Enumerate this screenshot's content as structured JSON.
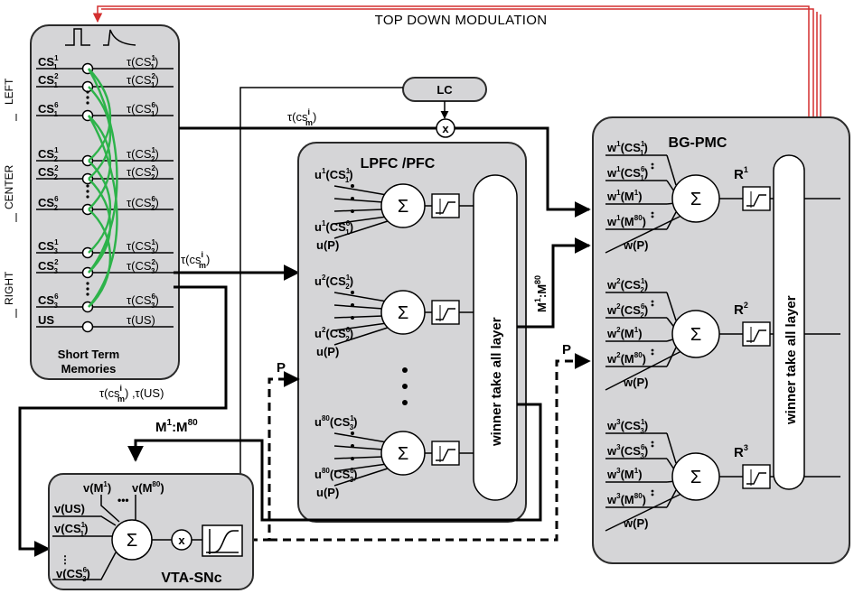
{
  "top_label": "TOP DOWN MODULATION",
  "stm": {
    "title_line1": "Short Term",
    "title_line2": "Memories",
    "side_labels": [
      "LEFT",
      "CENTER",
      "RIGHT"
    ],
    "rows": [
      {
        "label": "CS",
        "sup": "1",
        "sub": "1",
        "tau": "τ(CS",
        "tau_sup": "1",
        "tau_sub": "1"
      },
      {
        "label": "CS",
        "sup": "2",
        "sub": "1",
        "tau": "τ(CS",
        "tau_sup": "2",
        "tau_sub": "1"
      },
      {
        "label": "CS",
        "sup": "6",
        "sub": "1",
        "tau": "τ(CS",
        "tau_sup": "6",
        "tau_sub": "1"
      },
      {
        "label": "CS",
        "sup": "1",
        "sub": "2",
        "tau": "τ(CS",
        "tau_sup": "1",
        "tau_sub": "2"
      },
      {
        "label": "CS",
        "sup": "2",
        "sub": "2",
        "tau": "τ(CS",
        "tau_sup": "2",
        "tau_sub": "2"
      },
      {
        "label": "CS",
        "sup": "6",
        "sub": "2",
        "tau": "τ(CS",
        "tau_sup": "6",
        "tau_sub": "2"
      },
      {
        "label": "CS",
        "sup": "1",
        "sub": "3",
        "tau": "τ(CS",
        "tau_sup": "1",
        "tau_sub": "3"
      },
      {
        "label": "CS",
        "sup": "2",
        "sub": "3",
        "tau": "τ(CS",
        "tau_sup": "2",
        "tau_sub": "3"
      },
      {
        "label": "CS",
        "sup": "6",
        "sub": "3",
        "tau": "τ(CS",
        "tau_sup": "6",
        "tau_sub": "3"
      },
      {
        "label": "US",
        "sup": "",
        "sub": "",
        "tau": "τ(US)",
        "tau_sup": "",
        "tau_sub": ""
      }
    ]
  },
  "lc": {
    "label": "LC",
    "mult": "x"
  },
  "tau_top": {
    "base": "τ(cs",
    "sup": "i",
    "sub": "m",
    "close": ")"
  },
  "tau_mid": {
    "base": "τ(cs",
    "sup": "i",
    "sub": "m",
    "close": ")"
  },
  "tau_bottom": {
    "base": "τ(cs",
    "sup": "i",
    "sub": "m",
    "close": ") ,τ(US)"
  },
  "lpfc": {
    "title": "LPFC /PFC",
    "sum_symbol": "Σ",
    "wta": "winner take all layer",
    "units": [
      {
        "in_top": "u",
        "in_top_sup": "1",
        "in_top_arg": "(CS",
        "in_top_arg_sup": "1",
        "in_top_arg_sub": "1",
        "in_bot": "u",
        "in_bot_sup": "1",
        "in_bot_arg": "(CS",
        "in_bot_arg_sup": "6",
        "in_bot_arg_sub": "1",
        "p": "u(P)"
      },
      {
        "in_top": "u",
        "in_top_sup": "2",
        "in_top_arg": "(CS",
        "in_top_arg_sup": "1",
        "in_top_arg_sub": "2",
        "in_bot": "u",
        "in_bot_sup": "2",
        "in_bot_arg": "(CS",
        "in_bot_arg_sup": "6",
        "in_bot_arg_sub": "2",
        "p": "u(P)"
      },
      {
        "in_top": "u",
        "in_top_sup": "80",
        "in_top_arg": "(CS",
        "in_top_arg_sup": "1",
        "in_top_arg_sub": "3",
        "in_bot": "u",
        "in_bot_sup": "80",
        "in_bot_arg": "(CS",
        "in_bot_arg_sup": "6",
        "in_bot_arg_sub": "3",
        "p": "u(P)"
      }
    ]
  },
  "m_link": {
    "base": "M",
    "sup1": "1",
    "colon": ":M",
    "sup2": "80"
  },
  "p_label": "P",
  "bg": {
    "title": "BG-PMC",
    "sum_symbol": "Σ",
    "wta": "winner take all layer",
    "units": [
      {
        "r": "R",
        "r_sup": "1",
        "inputs": [
          {
            "t": "w",
            "sup": "1",
            "arg": "(CS",
            "asup": "1",
            "asub": "1"
          },
          {
            "t": "w",
            "sup": "1",
            "arg": "(CS",
            "asup": "6",
            "asub": "1"
          },
          {
            "t": "w",
            "sup": "1",
            "arg": "(M",
            "asup": "1",
            "asub": ""
          },
          {
            "t": "w",
            "sup": "1",
            "arg": "(M",
            "asup": "80",
            "asub": ""
          }
        ],
        "p": "w(P)"
      },
      {
        "r": "R",
        "r_sup": "2",
        "inputs": [
          {
            "t": "w",
            "sup": "2",
            "arg": "(CS",
            "asup": "1",
            "asub": "2"
          },
          {
            "t": "w",
            "sup": "2",
            "arg": "(CS",
            "asup": "6",
            "asub": "2"
          },
          {
            "t": "w",
            "sup": "2",
            "arg": "(M",
            "asup": "1",
            "asub": ""
          },
          {
            "t": "w",
            "sup": "2",
            "arg": "(M",
            "asup": "80",
            "asub": ""
          }
        ],
        "p": "w(P)"
      },
      {
        "r": "R",
        "r_sup": "3",
        "inputs": [
          {
            "t": "w",
            "sup": "3",
            "arg": "(CS",
            "asup": "1",
            "asub": "3"
          },
          {
            "t": "w",
            "sup": "3",
            "arg": "(CS",
            "asup": "6",
            "asub": "3"
          },
          {
            "t": "w",
            "sup": "3",
            "arg": "(M",
            "asup": "1",
            "asub": ""
          },
          {
            "t": "w",
            "sup": "3",
            "arg": "(M",
            "asup": "80",
            "asub": ""
          }
        ],
        "p": "w(P)"
      }
    ]
  },
  "vta": {
    "title": "VTA-SNc",
    "sum_symbol": "Σ",
    "mult": "x",
    "in_m1": {
      "t": "v",
      "arg": "(M",
      "asup": "1"
    },
    "in_m80": {
      "t": "v",
      "arg": "(M",
      "asup": "80"
    },
    "in_us": "v(US)",
    "in_cs1": {
      "t": "v",
      "arg": "(CS",
      "asup": "1",
      "asub": "1"
    },
    "in_cs6": {
      "t": "v",
      "arg": "(CS",
      "asup": "6",
      "asub": "3"
    }
  }
}
